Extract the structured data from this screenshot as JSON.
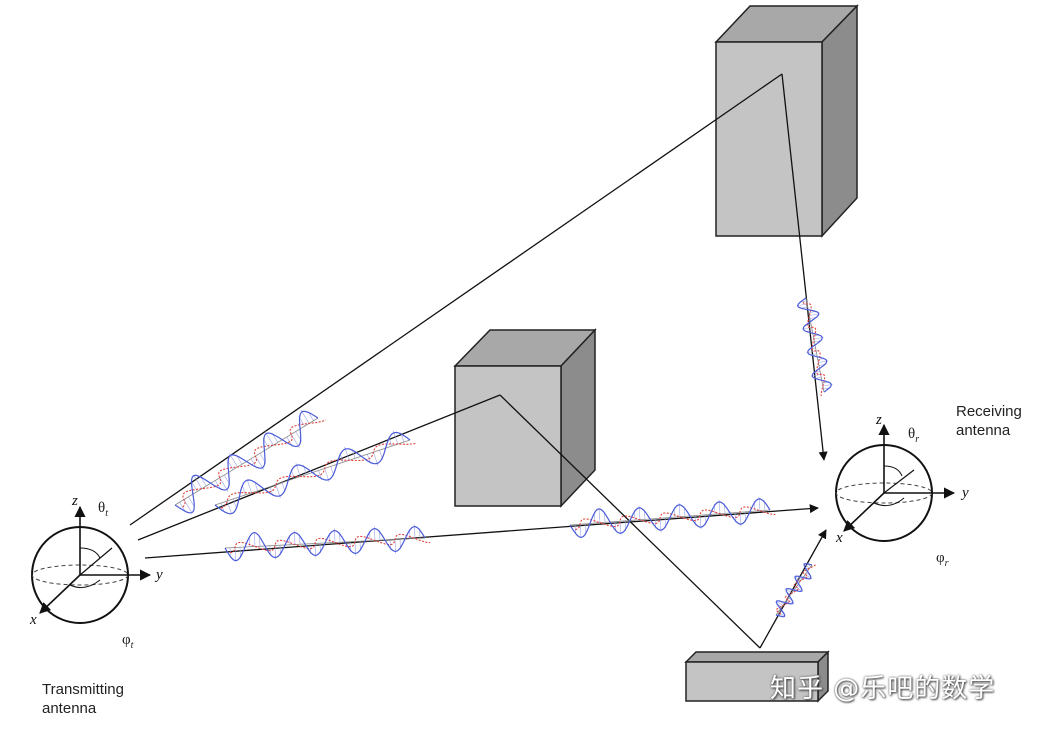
{
  "labels": {
    "transmitting": "Transmitting",
    "transmitting2": "antenna",
    "receiving": "Receiving",
    "receiving2": "antenna"
  },
  "tx_axes": {
    "x": "x",
    "y": "y",
    "z": "z",
    "theta": "θ",
    "theta_sub": "t",
    "phi": "φ",
    "phi_sub": "t"
  },
  "rx_axes": {
    "x": "x",
    "y": "y",
    "z": "z",
    "theta": "θ",
    "theta_sub": "r",
    "phi": "φ",
    "phi_sub": "r"
  },
  "watermark": "知乎 @乐吧的数学",
  "colors": {
    "wave_blue": "#4a5bd8",
    "wave_red": "#e0403a",
    "block_front": "#c4c4c4",
    "block_side": "#8c8c8c",
    "block_top": "#a8a8a8"
  }
}
